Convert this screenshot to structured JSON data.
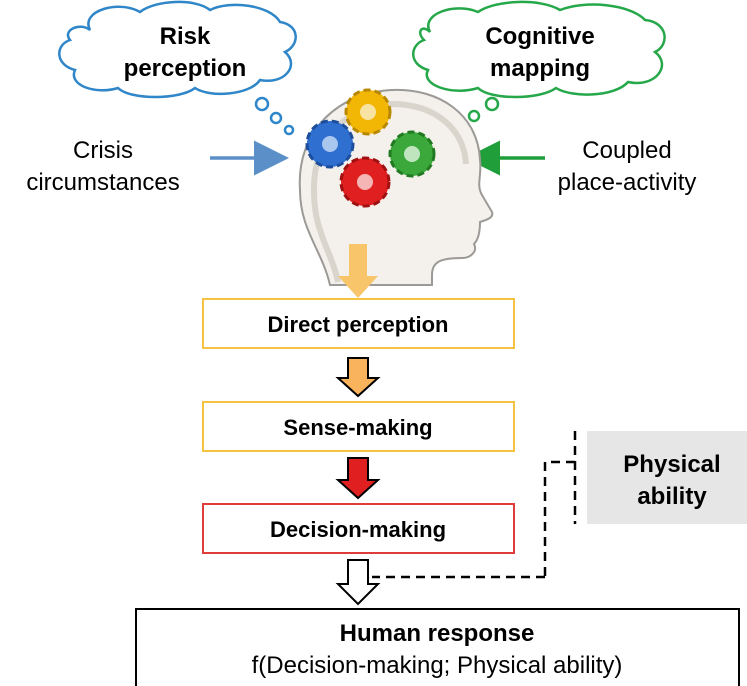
{
  "clouds": {
    "left": {
      "line1": "Risk",
      "line2": "perception",
      "color": "#2f86c8"
    },
    "right": {
      "line1": "Cognitive",
      "line2": "mapping",
      "color": "#26a84a"
    }
  },
  "inputs": {
    "left": {
      "line1": "Crisis",
      "line2": "circumstances",
      "arrow_color": "#5b8fc7"
    },
    "right": {
      "line1": "Coupled",
      "line2": "place-activity",
      "arrow_color": "#1f9e3a"
    }
  },
  "head": {
    "icon": "head-with-gears-icon",
    "gear_colors": [
      "#f2b705",
      "#2f6fd0",
      "#3aa83a",
      "#e02020"
    ]
  },
  "steps": [
    {
      "label": "Direct perception",
      "border_color": "#f5c242"
    },
    {
      "label": "Sense-making",
      "border_color": "#f5c242"
    },
    {
      "label": "Decision-making",
      "border_color": "#e03c3c"
    }
  ],
  "step_arrows": {
    "colors": [
      "#f9b35c",
      "#e02020",
      "#ffffff"
    ]
  },
  "physical": {
    "line1": "Physical",
    "line2": "ability",
    "background": "#e6e6e6"
  },
  "response": {
    "title": "Human response",
    "formula": "f(Decision-making; Physical ability)"
  }
}
